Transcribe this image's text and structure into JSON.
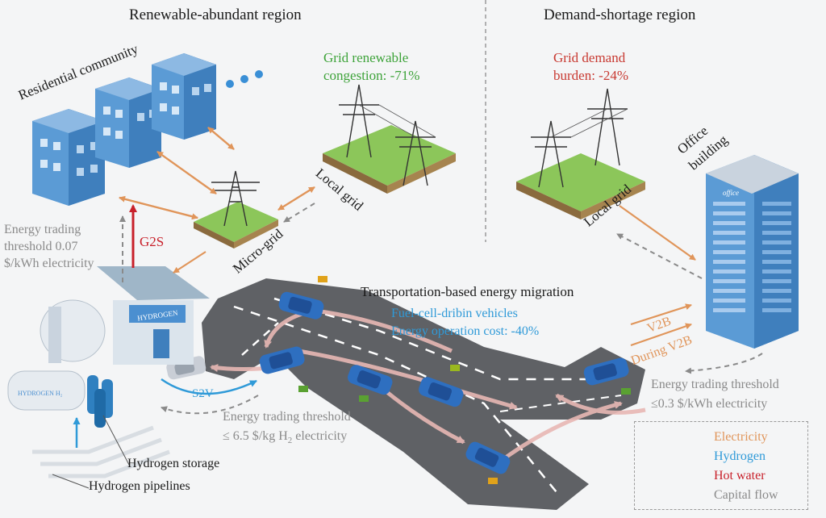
{
  "regions": {
    "left_title": "Renewable-abundant region",
    "right_title": "Demand-shortage region"
  },
  "labels": {
    "residential": "Residential community",
    "grid_congestion_1": "Grid renewable",
    "grid_congestion_2": "congestion: -71%",
    "grid_demand_1": "Grid demand",
    "grid_demand_2": "burden: -24%",
    "office_1": "Office",
    "office_2": "building",
    "local_grid_left": "Local grid",
    "local_grid_right": "Local grid",
    "micro_grid": "Micro-grid",
    "g2s": "G2S",
    "trade_left_1": "Energy trading",
    "trade_left_2": "threshold 0.07",
    "trade_left_3": "$/kWh electricity",
    "transport_title": "Transportation-based energy migration",
    "fuel_cell": "Fuel-cell-dribin vehicles",
    "op_cost": "Energy operation cost: -40%",
    "v2b": "V2B",
    "during_v2b": "During V2B",
    "s2v": "S2V",
    "trade_right_1": "Energy trading threshold",
    "trade_right_2": "≤0.3 $/kWh electricity",
    "trade_mid_1": "Energy trading threshold",
    "trade_mid_2a": "≤ 6.5 $/kg H",
    "trade_mid_2sub": "2",
    "trade_mid_2b": " electricity",
    "hydrogen_sign": "HYDROGEN",
    "hydrogen_tank": "HYDROGEN H₂",
    "office_sign": "office",
    "h2_storage": "Hydrogen storage",
    "h2_pipelines": "Hydrogen pipelines"
  },
  "legend": {
    "items": [
      {
        "label": "Electricity",
        "color": "#e0955a",
        "style": "solid"
      },
      {
        "label": "Hydrogen",
        "color": "#2f9ad8",
        "style": "solid"
      },
      {
        "label": "Hot water",
        "color": "#c8202a",
        "style": "solid"
      },
      {
        "label": "Capital flow",
        "color": "#8a8a8a",
        "style": "dashed"
      }
    ]
  },
  "colors": {
    "electricity": "#e0955a",
    "hydrogen": "#2f9ad8",
    "hot_water": "#c8202a",
    "capital": "#8a8a8a",
    "renewable_green": "#3ea33a",
    "demand_red": "#c83a32",
    "road": "#606266",
    "building_blue": "#4d8fcc",
    "car_blue": "#2e6fc0"
  }
}
